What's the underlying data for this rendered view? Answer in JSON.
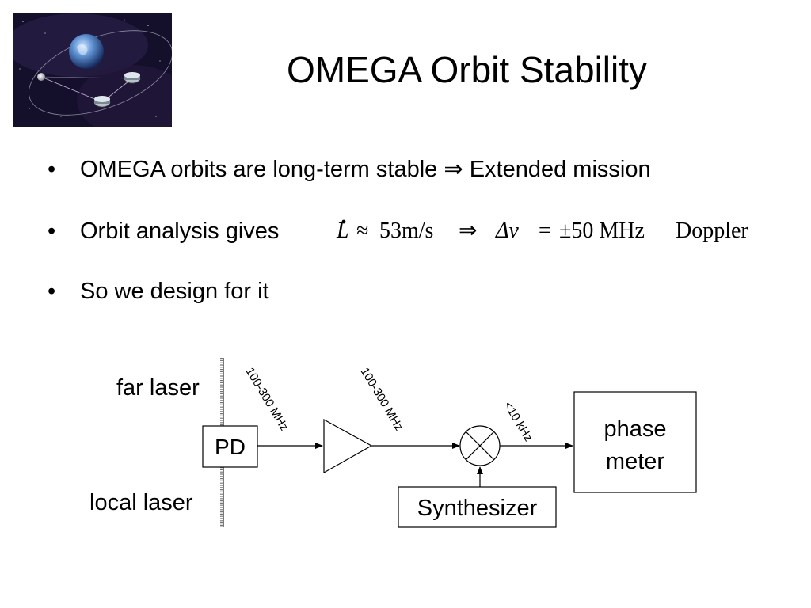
{
  "slide": {
    "title": "OMEGA Orbit Stability",
    "bullets": [
      {
        "marker": "•",
        "text": "OMEGA orbits are long-term stable ⇒ Extended mission"
      },
      {
        "marker": "•",
        "text": "Orbit analysis gives"
      },
      {
        "marker": "•",
        "text": "So we design for it"
      }
    ],
    "equation": {
      "lhs": "L",
      "relation": "≈",
      "value": "53m/s",
      "implies": "⇒",
      "delta": "Δν",
      "equals": "=",
      "range": "±50 MHz",
      "suffix": "Doppler"
    }
  },
  "diagram": {
    "far_laser": "far laser",
    "local_laser": "local laser",
    "pd": "PD",
    "freq_1": "100-300 MHz",
    "freq_2": "100-300 MHz",
    "freq_3": "<10 kHz",
    "synthesizer": "Synthesizer",
    "phase_meter_line1": "phase",
    "phase_meter_line2": "meter"
  }
}
